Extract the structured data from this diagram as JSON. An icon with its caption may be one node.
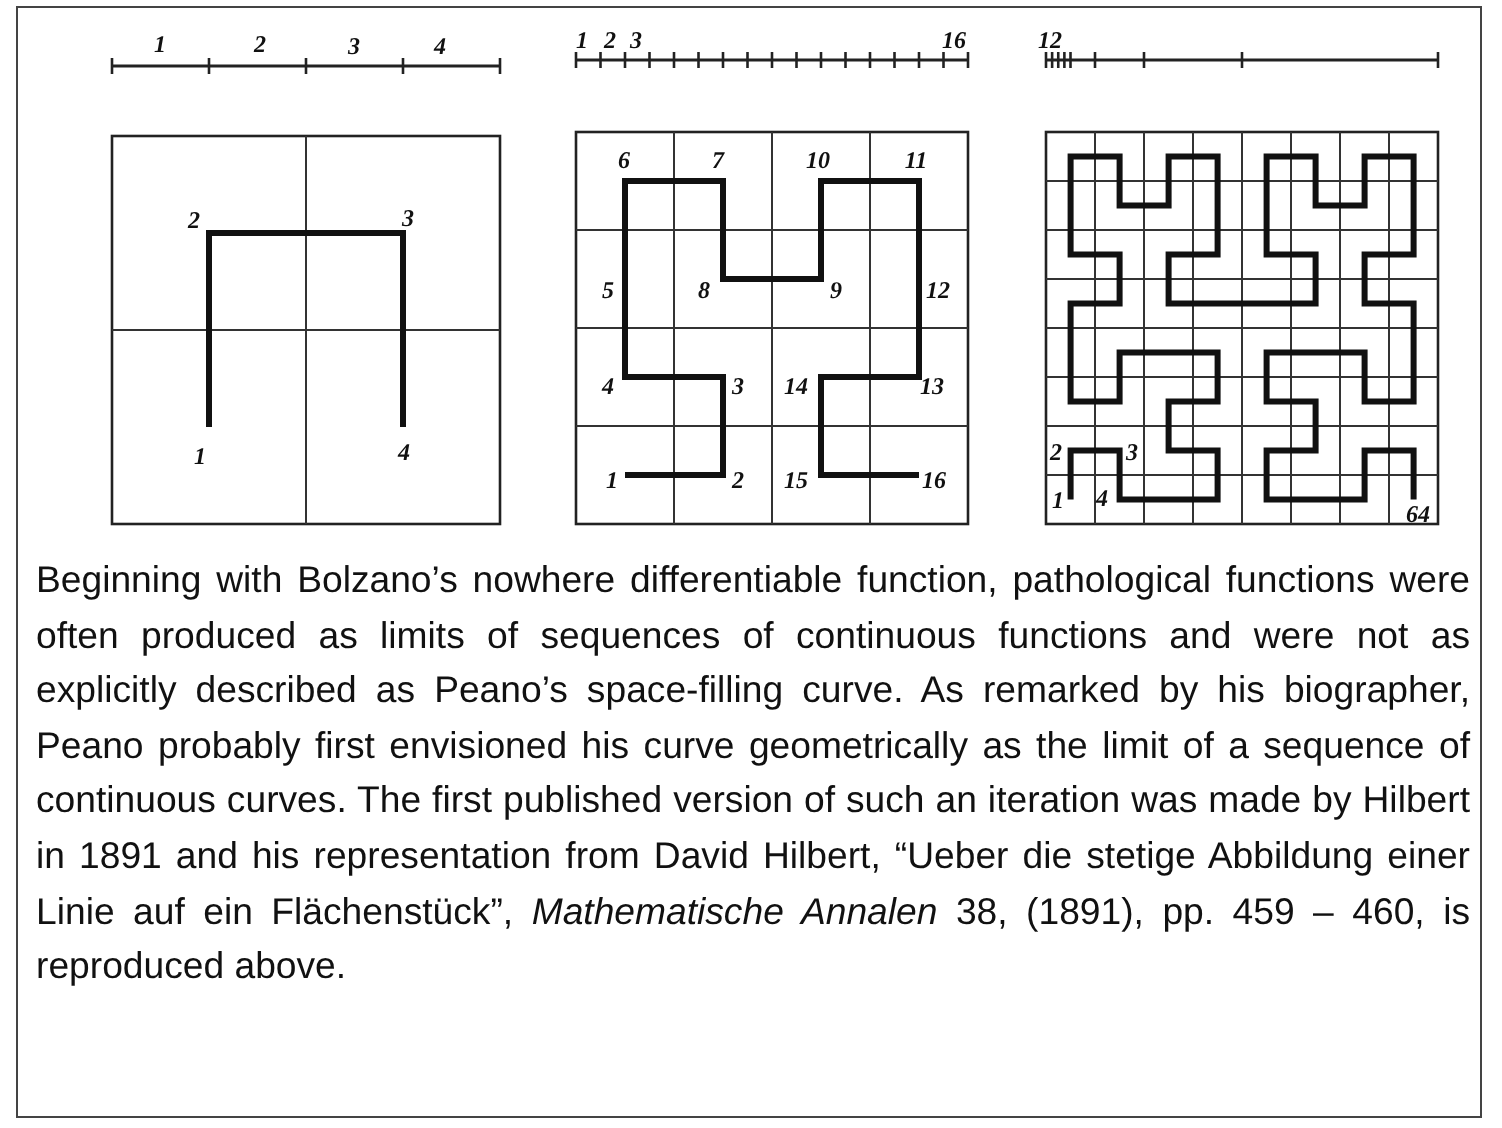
{
  "diagram": {
    "caption": "Beginning with Bolzano’s nowhere differentiable function, pathological functions were often produced as limits of sequences of continuous functions and were not as explicitly described as Peano’s space-filling curve. As remarked by his biographer, Peano probably first envisioned his curve geometrically as the limit of a sequence of continuous curves. The first published version of such an iteration was made by Hilbert in 1891 and his representation from David Hilbert, “Ueber die stetige Abbildung einer Linie auf ein Flächenstück”, *Mathematische Annalen* 38, (1891), pp. 459 – 460, is reproduced above.",
    "labels": [
      "1",
      "2",
      "3",
      "4",
      "2",
      "3",
      "1",
      "4",
      "1",
      "2",
      "3",
      "16",
      "6",
      "7",
      "10",
      "11",
      "5",
      "8",
      "9",
      "12",
      "4",
      "3",
      "14",
      "13",
      "1",
      "2",
      "15",
      "16",
      "12",
      "2",
      "3",
      "1",
      "4",
      "64"
    ]
  }
}
